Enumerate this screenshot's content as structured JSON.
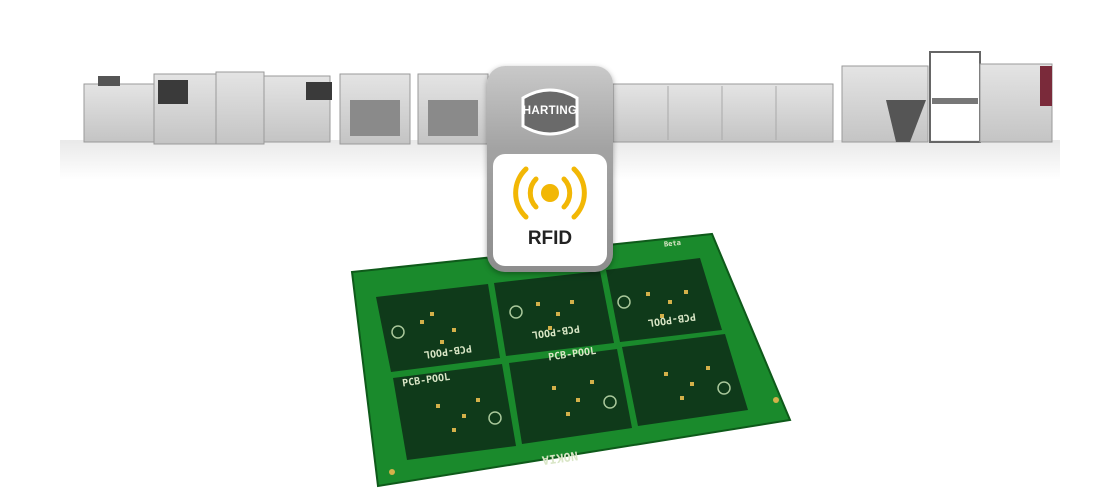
{
  "scene": {
    "subject": "smt-production-line-rfid-pcb",
    "colors": {
      "pcb_green": "#1a8a2c",
      "pcb_dark": "#0f3a1a",
      "tag_grey": "#9a9a9a",
      "rfid_yellow": "#f2b705"
    }
  },
  "brand": {
    "logo_text": "HARTING"
  },
  "rfid_tag": {
    "label": "RFID"
  },
  "pcb": {
    "panel_labels": [
      "PCB-POOL",
      "PCB-POOL",
      "PCB-POOL",
      "PCB-POOL",
      "PCB-POOL"
    ],
    "bottom_label": "NOKIA",
    "corner_label": "Beta"
  }
}
